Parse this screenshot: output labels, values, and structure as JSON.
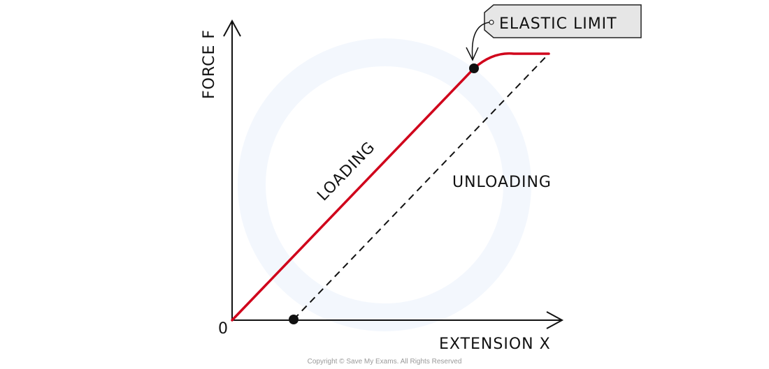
{
  "axes": {
    "y_label": "FORCE F",
    "x_label": "EXTENSION X",
    "origin_label": "0"
  },
  "curves": {
    "loading_label": "LOADING",
    "unloading_label": "UNLOADING"
  },
  "annotation": {
    "tag_label": "ELASTIC LIMIT"
  },
  "footer": {
    "copyright": "Copyright © Save My Exams. All Rights Reserved"
  },
  "colors": {
    "loading_line": "#d0021b",
    "axes": "#111111",
    "tag_fill": "#e6e6e6"
  }
}
